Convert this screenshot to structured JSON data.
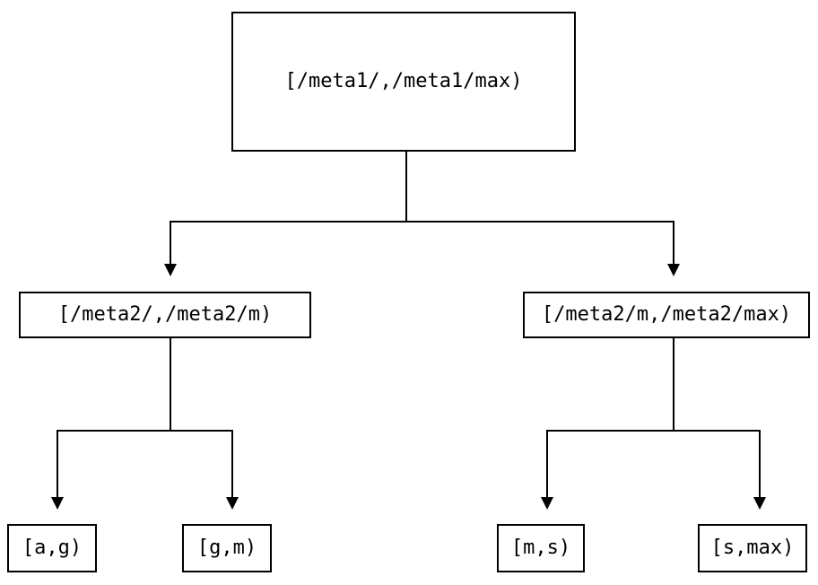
{
  "diagram": {
    "type": "tree",
    "description": "Binary tree of half-open key ranges",
    "colors": {
      "background": "#ffffff",
      "line": "#000000",
      "text": "#000000"
    },
    "nodes": {
      "root": {
        "label": "[/meta1/,/meta1/max)"
      },
      "left": {
        "label": "[/meta2/,/meta2/m)"
      },
      "right": {
        "label": "[/meta2/m,/meta2/max)"
      },
      "leaf_ag": {
        "label": "[a,g)"
      },
      "leaf_gm": {
        "label": "[g,m)"
      },
      "leaf_ms": {
        "label": "[m,s)"
      },
      "leaf_smax": {
        "label": "[s,max)"
      }
    },
    "edges": [
      {
        "from": "root",
        "to": "left"
      },
      {
        "from": "root",
        "to": "right"
      },
      {
        "from": "left",
        "to": "leaf_ag"
      },
      {
        "from": "left",
        "to": "leaf_gm"
      },
      {
        "from": "right",
        "to": "leaf_ms"
      },
      {
        "from": "right",
        "to": "leaf_smax"
      }
    ]
  }
}
